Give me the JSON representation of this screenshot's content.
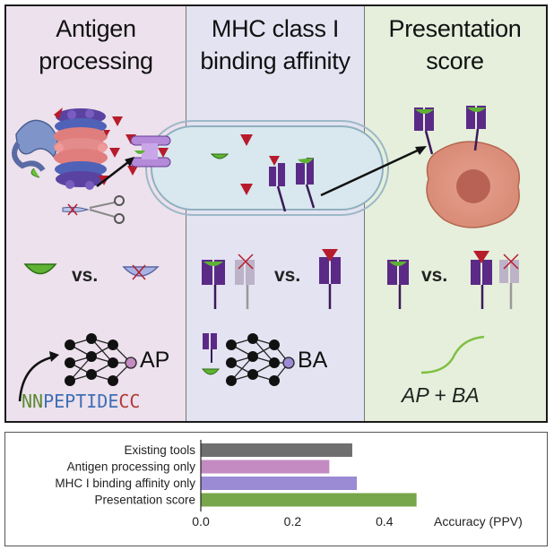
{
  "panels": {
    "antigen": {
      "title": "Antigen processing",
      "vs": "vs.",
      "model_label": "AP",
      "sequence": {
        "prefix": "NN",
        "core": "PEPTIDE",
        "suffix": "CC"
      }
    },
    "binding": {
      "title": "MHC class I binding affinity",
      "vs": "vs.",
      "model_label": "BA"
    },
    "presentation": {
      "title": "Presentation score",
      "vs": "vs.",
      "formula": "AP + BA"
    }
  },
  "colors": {
    "peptide_green": "#5fb233",
    "peptide_red": "#b71c2c",
    "mhc_purple": "#5b2a86",
    "mhc_light": "#9c8aa8",
    "existing": "#6f6f6f",
    "antigen": "#c38bc1",
    "binding": "#9b8ad4",
    "presentation": "#78a64a",
    "seq_green": "#5a8a32",
    "seq_blue": "#3f6fb5",
    "seq_red": "#b03a36"
  },
  "chart_data": {
    "type": "bar",
    "orientation": "horizontal",
    "categories": [
      "Existing tools",
      "Antigen processing only",
      "MHC I binding affinity only",
      "Presentation score"
    ],
    "values": [
      0.33,
      0.28,
      0.34,
      0.47
    ],
    "xlabel": "Accuracy (PPV)",
    "xticks": [
      "0.0",
      "0.2",
      "0.4"
    ],
    "xlim": [
      0,
      0.5
    ]
  }
}
